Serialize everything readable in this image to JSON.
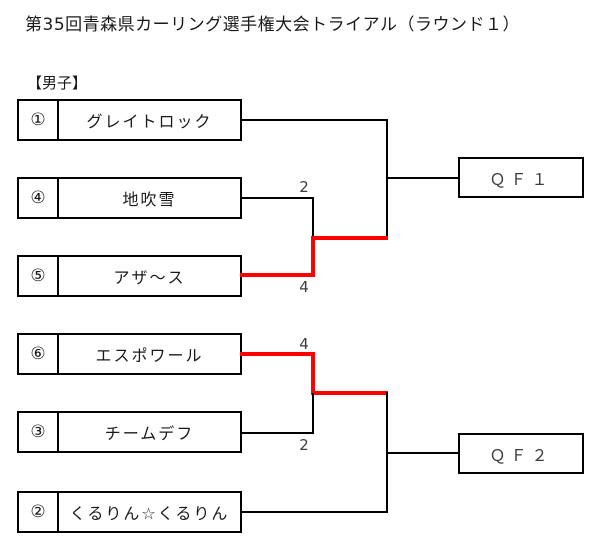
{
  "title": "第35回青森県カーリング選手権大会トライアル（ラウンド１）",
  "section_label": "【男子】",
  "teams": [
    {
      "seed": "①",
      "name": "グレイトロック"
    },
    {
      "seed": "④",
      "name": "地吹雪"
    },
    {
      "seed": "⑤",
      "name": "アザ～ス"
    },
    {
      "seed": "⑥",
      "name": "エスポワール"
    },
    {
      "seed": "③",
      "name": "チームデフ"
    },
    {
      "seed": "②",
      "name": "くるりん☆くるりん"
    }
  ],
  "matches": [
    {
      "top_team": "地吹雪",
      "top_score": "2",
      "bottom_team": "アザ～ス",
      "bottom_score": "4",
      "winner": "アザ～ス"
    },
    {
      "top_team": "エスポワール",
      "top_score": "4",
      "bottom_team": "チームデフ",
      "bottom_score": "2",
      "winner": "エスポワール"
    }
  ],
  "qf": [
    {
      "label": "ＱＦ１"
    },
    {
      "label": "ＱＦ２"
    }
  ],
  "colors": {
    "line": "#000000",
    "winner_path": "#ff0000",
    "score_text": "#3d3d3d"
  }
}
